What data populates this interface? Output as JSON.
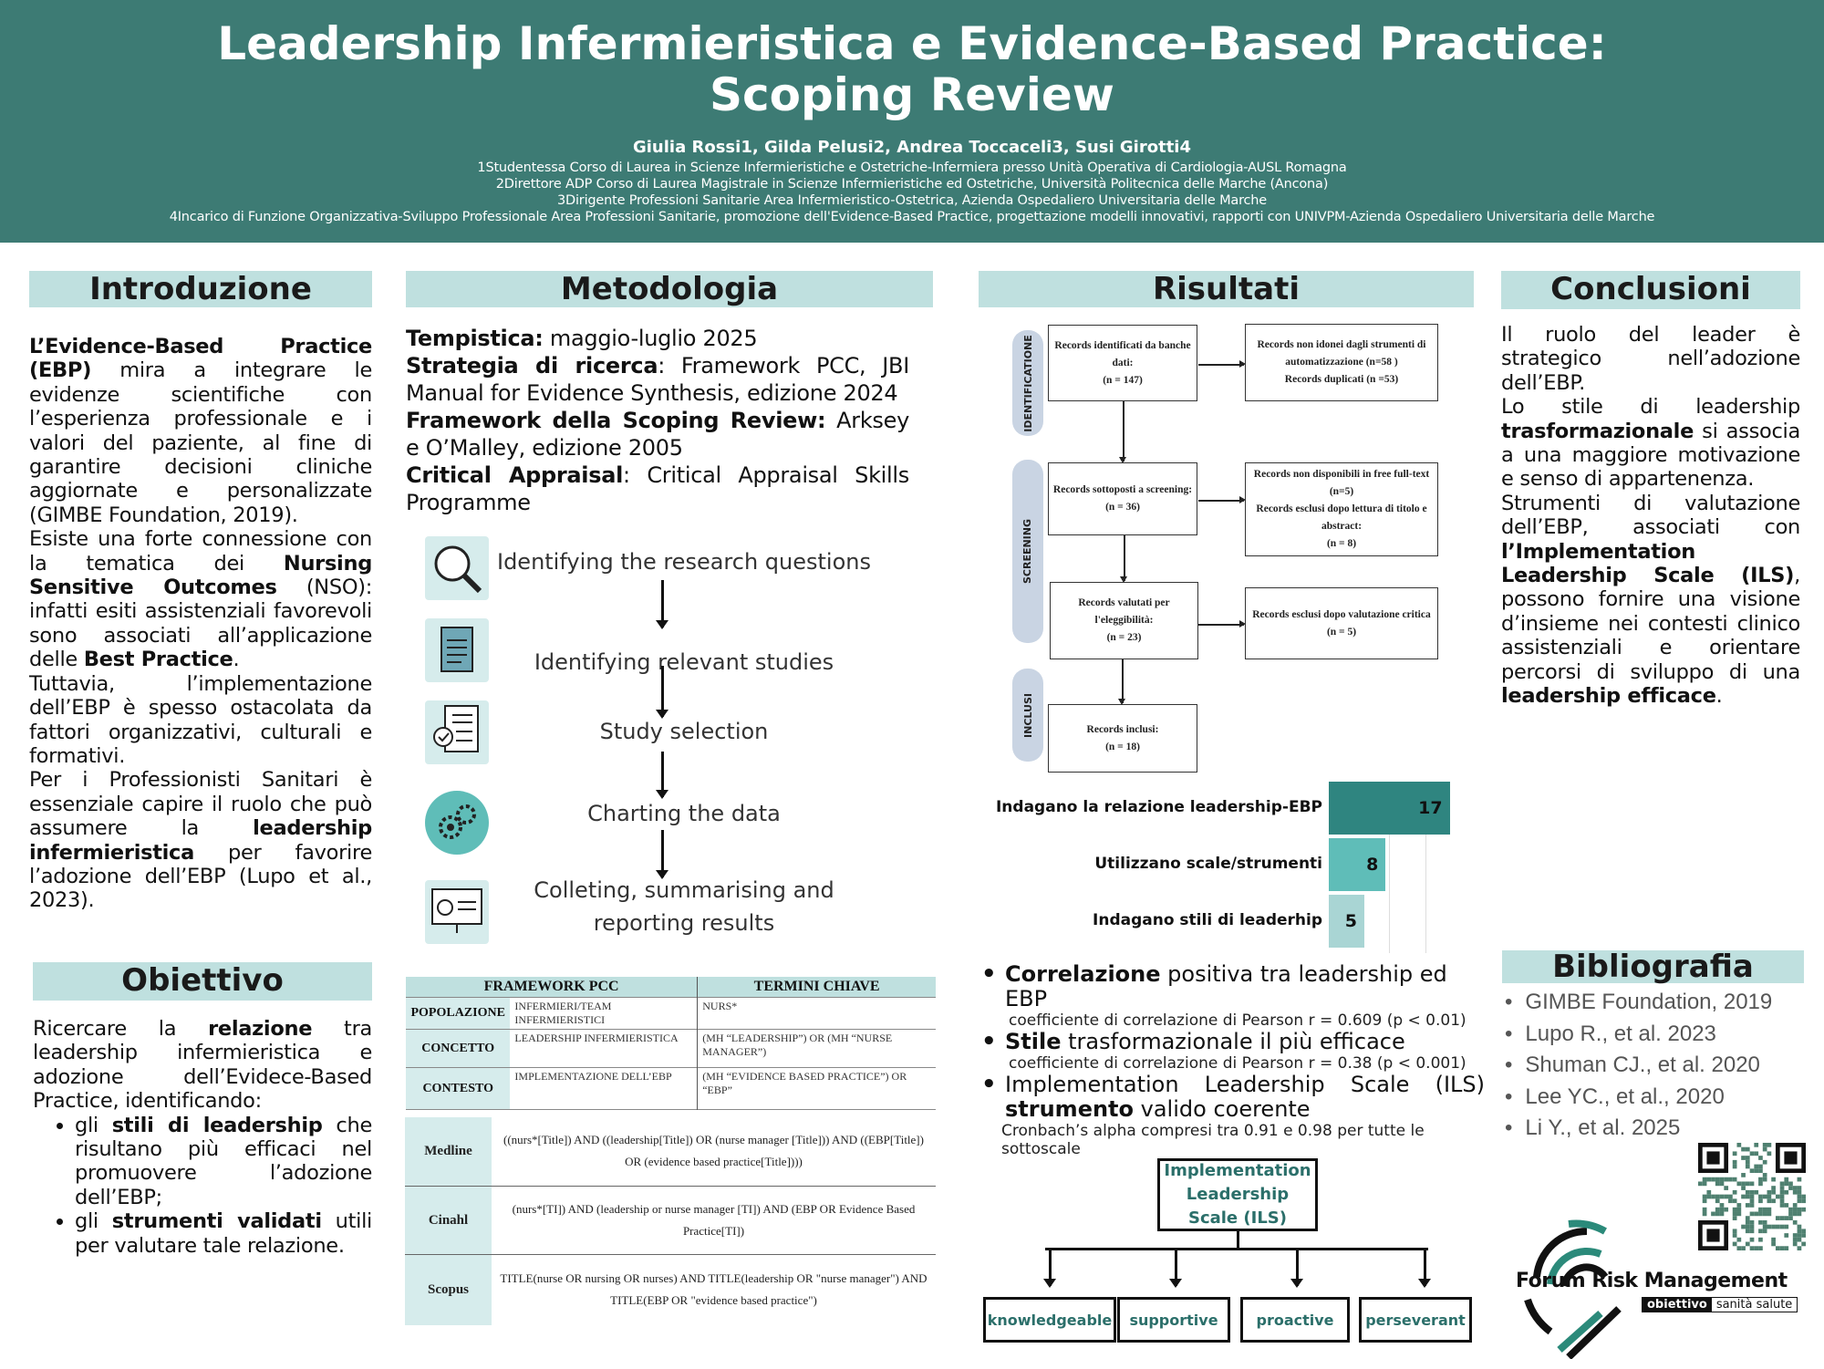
{
  "header": {
    "title_line1": "Leadership Infermieristica e Evidence-Based Practice:",
    "title_line2": "Scoping Review",
    "authors": "Giulia Rossi1, Gilda Pelusi2, Andrea Toccaceli3, Susi Girotti4",
    "affiliations": [
      "1Studentessa Corso di Laurea in Scienze Infermieristiche e Ostetriche-Infermiera presso Unità Operativa di Cardiologia-AUSL Romagna",
      "2Direttore ADP Corso di Laurea Magistrale in Scienze Infermieristiche ed Ostetriche, Università Politecnica delle Marche (Ancona)",
      "3Dirigente Professioni Sanitarie Area Infermieristico-Ostetrica, Azienda Ospedaliero Universitaria delle Marche",
      "4Incarico di Funzione Organizzativa-Sviluppo Professionale Area Professioni Sanitarie, promozione dell'Evidence-Based Practice, progettazione modelli innovativi, rapporti con UNIVPM-Azienda Ospedaliero Universitaria delle Marche"
    ],
    "colors": {
      "banner": "#3d7b74",
      "section_head": "#bfe0df"
    }
  },
  "introduzione": {
    "heading": "Introduzione",
    "paragraphs": [
      [
        {
          "t": "L’Evidence-Based Practice (EBP)",
          "b": true
        },
        {
          "t": " mira a integrare le evidenze scientifiche con l’esperienza professionale e i valori del paziente, al fine di garantire decisioni cliniche aggiornate e personalizzate (GIMBE Foundation, 2019)."
        }
      ],
      [
        {
          "t": "Esiste una forte connessione con la tematica dei "
        },
        {
          "t": "Nursing Sensitive Outcomes",
          "b": true
        },
        {
          "t": " (NSO): infatti esiti assistenziali favorevoli sono associati all’applicazione delle "
        },
        {
          "t": "Best Practice",
          "b": true
        },
        {
          "t": "."
        }
      ],
      [
        {
          "t": "Tuttavia, l’implementazione dell’EBP è spesso ostacolata da fattori organizzativi, culturali e formativi."
        }
      ],
      [
        {
          "t": "Per i Professionisti Sanitari è essenziale capire il ruolo che può assumere la "
        },
        {
          "t": "leadership infermieristica",
          "b": true
        },
        {
          "t": " per favorire l’adozione dell’EBP (Lupo et al., 2023)."
        }
      ]
    ]
  },
  "obiettivo": {
    "heading": "Obiettivo",
    "paragraph": [
      {
        "t": "Ricercare la "
      },
      {
        "t": "relazione",
        "b": true
      },
      {
        "t": " tra leadership infermieristica e adozione dell’Evidece-Based Practice, identificando:"
      }
    ],
    "bullets": [
      [
        {
          "t": "gli "
        },
        {
          "t": "stili di leadership",
          "b": true
        },
        {
          "t": " che risultano più efficaci nel promuovere l’adozione dell’EBP;"
        }
      ],
      [
        {
          "t": "gli "
        },
        {
          "t": "strumenti validati",
          "b": true
        },
        {
          "t": " utili per valutare tale relazione."
        }
      ]
    ]
  },
  "metodologia": {
    "heading": "Metodologia",
    "paragraphs": [
      [
        {
          "t": "Tempistica:",
          "b": true
        },
        {
          "t": " maggio-luglio 2025"
        }
      ],
      [
        {
          "t": "Strategia di ricerca",
          "b": true
        },
        {
          "t": ": Framework PCC, JBI Manual for Evidence Synthesis, edizione 2024"
        }
      ],
      [
        {
          "t": "Framework della Scoping Review:",
          "b": true
        },
        {
          "t": " Arksey e O’Malley, edizione 2005"
        }
      ],
      [
        {
          "t": "Critical Appraisal",
          "b": true
        },
        {
          "t": ": Critical Appraisal Skills Programme"
        }
      ]
    ],
    "steps": [
      {
        "label": "Identifying the research questions",
        "icon": "magnifier-icon"
      },
      {
        "label": "Identifying relevant studies",
        "icon": "document-icon"
      },
      {
        "label": "Study selection",
        "icon": "checklist-icon"
      },
      {
        "label": "Charting the data",
        "icon": "gears-icon"
      },
      {
        "label": "Colleting, summarising and reporting results",
        "icon": "presentation-chart-icon"
      }
    ],
    "pcc_table": {
      "headers": [
        "FRAMEWORK PCC",
        "TERMINI CHIAVE"
      ],
      "rows": [
        {
          "label": "POPOLAZIONE",
          "term": "INFERMIERI/TEAM INFERMIERISTICI",
          "keywords": "NURS*"
        },
        {
          "label": "CONCETTO",
          "term": "LEADERSHIP INFERMIERISTICA",
          "keywords": "(MH “LEADERSHIP”) OR (MH “NURSE MANAGER”)"
        },
        {
          "label": "CONTESTO",
          "term": "IMPLEMENTAZIONE   DELL’EBP",
          "keywords": "(MH “EVIDENCE BASED PRACTICE”) OR “EBP”"
        }
      ]
    },
    "search_table": [
      {
        "db": "Medline",
        "query": "((nurs*[Title]) AND ((leadership[Title]) OR (nurse manager [Title])) AND ((EBP[Title]) OR (evidence based practice[Title])))"
      },
      {
        "db": "Cinahl",
        "query": "(nurs*[TI]) AND (leadership or nurse manager [TI]) AND (EBP OR Evidence Based Practice[TI])"
      },
      {
        "db": "Scopus",
        "query": "TITLE(nurse OR nursing OR nurses) AND TITLE(leadership OR \"nurse manager\") AND TITLE(EBP OR \"evidence based practice\")"
      }
    ]
  },
  "risultati": {
    "heading": "Risultati",
    "prisma": {
      "phases": [
        "IDENTIFICATIONE",
        "SCREENING",
        "INCLUSI"
      ],
      "boxes": {
        "identified": "Records identificati da banche dati:\n(n = 147)",
        "removed": "Records non idonei dagli strumenti di automatizzazione (n=58 )\nRecords duplicati (n =53)",
        "screened": "Records sottoposti a screening:\n(n = 36)",
        "excluded_screen": "Records non disponibili in free full-text (n=5)\nRecords esclusi dopo lettura di titolo e abstract:\n(n = 8)",
        "eligibility": "Records valutati per l'eleggibilità:\n(n = 23)",
        "excluded_appraisal": "Records esclusi dopo valutazione critica\n(n = 5)",
        "included": "Records inclusi:\n(n = 18)"
      }
    },
    "chart_data": {
      "type": "bar",
      "orientation": "horizontal",
      "categories": [
        "Indagano la relazione leadership-EBP",
        "Utilizzano scale/strumenti",
        "Indagano stili di leaderhip"
      ],
      "values": [
        17,
        8,
        5
      ],
      "colors": [
        "#2f8580",
        "#5fbdb8",
        "#a9d5d4"
      ],
      "grid": true
    },
    "findings": [
      {
        "main": [
          {
            "t": "Correlazione",
            "b": true
          },
          {
            "t": " positiva tra leadership ed EBP"
          }
        ],
        "sub": "coefficiente di correlazione di Pearson r = 0.609 (p < 0.01)"
      },
      {
        "main": [
          {
            "t": "Stile",
            "b": true
          },
          {
            "t": " trasformazionale il più efficace"
          }
        ],
        "sub": "coefficiente di correlazione di Pearson r = 0.38 (p < 0.001)"
      },
      {
        "main": [
          {
            "t": "Implementation Leadership Scale (ILS) "
          },
          {
            "t": "strumento",
            "b": true
          },
          {
            "t": " valido coerente"
          }
        ],
        "sub": "Cronbach’s alpha compresi tra 0.91 e 0.98 per tutte le sottoscale"
      }
    ],
    "ils": {
      "title": "Implementation Leadership Scale (ILS)",
      "dimensions": [
        "knowledgeable",
        "supportive",
        "proactive",
        "perseverant"
      ]
    }
  },
  "conclusioni": {
    "heading": "Conclusioni",
    "paragraphs": [
      [
        {
          "t": "Il ruolo del leader è strategico nell’adozione dell’EBP."
        }
      ],
      [
        {
          "t": "Lo stile di leadership "
        },
        {
          "t": "trasformazionale",
          "b": true
        },
        {
          "t": " si associa a una maggiore motivazione e senso di appartenenza."
        }
      ],
      [
        {
          "t": "Strumenti di valutazione dell’EBP, associati con "
        },
        {
          "t": "l’Implementation Leadership Scale (ILS)",
          "b": true
        },
        {
          "t": ", possono fornire una visione d’insieme nei contesti clinico assistenziali e orientare percorsi di sviluppo di una "
        },
        {
          "t": "leadership efficace",
          "b": true
        },
        {
          "t": "."
        }
      ]
    ]
  },
  "bibliografia": {
    "heading": "Bibliografia",
    "items": [
      "GIMBE Foundation, 2019",
      "Lupo R., et al. 2023",
      "Shuman CJ., et al. 2020",
      "Lee YC., et al., 2020",
      "Li Y., et al. 2025"
    ]
  },
  "logo": {
    "name": "Forum Risk Management",
    "tag1": "obiettivo",
    "tag2": "sanità salute"
  }
}
